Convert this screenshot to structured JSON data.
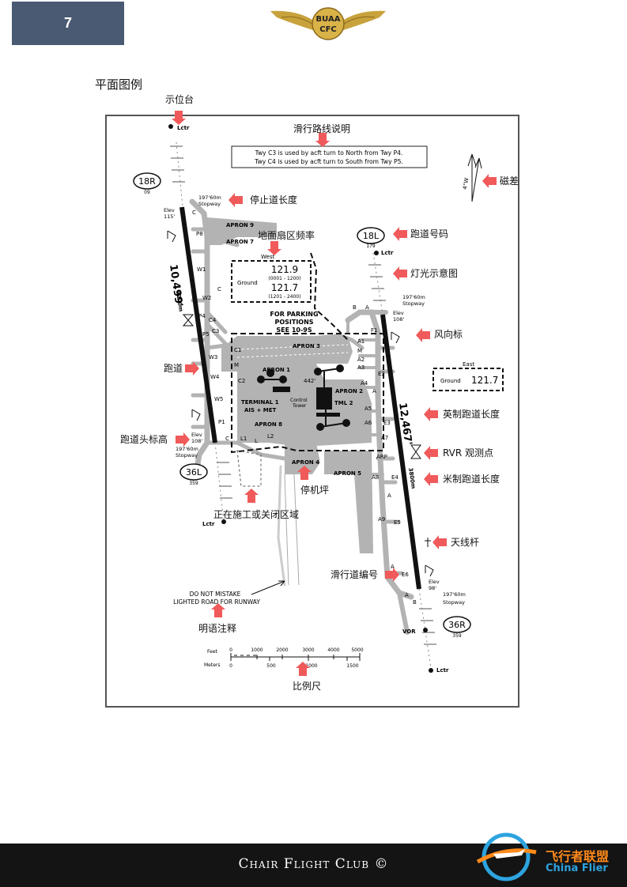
{
  "page": {
    "number": "7",
    "heading": "平面图例"
  },
  "logo": {
    "line1": "BUAA",
    "line2": "CFC"
  },
  "callouts": {
    "locator": "示位台",
    "taxi_note": "滑行路线说明",
    "magnetic": "磁差",
    "stopway_len": "停止道长度",
    "ground_freq": "地面扇区频率",
    "runway_number": "跑道号码",
    "lighting": "灯光示意图",
    "windsock": "风向标",
    "runway": "跑道",
    "eng_length": "英制跑道长度",
    "threshold_elev": "跑道头标高",
    "rvr": "RVR 观测点",
    "metric_length": "米制跑道长度",
    "apron": "停机坪",
    "closed_area": "正在施工或关闭区域",
    "antenna": "天线杆",
    "taxiway_id": "滑行道编号",
    "plain_note": "明语注释",
    "scale": "比例尺"
  },
  "chart": {
    "notes": [
      "Twy C3 is used by acft turn to North from Twy P4.",
      "Twy C4 is used by acft turn to South from Twy P5."
    ],
    "ground_west": {
      "label": "West",
      "word": "Ground",
      "freq1": "121.9",
      "range1": "(0001 - 1200)",
      "freq2": "121.7",
      "range2": "(1201 - 2400)"
    },
    "ground_east": {
      "label": "East",
      "word": "Ground",
      "freq": "121.7"
    },
    "parking": [
      "FOR PARKING",
      "POSITIONS",
      "SEE 10-9S"
    ],
    "mag_var": "4°W",
    "rwy_18R": "18R",
    "rwy_18R_hdg": "09",
    "rwy_36L": "36L",
    "rwy_36L_hdg": "359",
    "rwy_18L": "18L",
    "rwy_18L_hdg": "179",
    "rwy_36R": "36R",
    "rwy_36R_hdg": "359",
    "lctr": "Lctr",
    "vor": "VOR",
    "arp": "ARP",
    "west_len_ft": "10,499'",
    "west_len_m": "3200m",
    "east_len_ft": "12,467'",
    "east_len_m": "3800m",
    "stopway_top_w": "197'60m",
    "stopway_label": "Stopway",
    "elev_top_w": "115'",
    "elev_bot_w": "108'",
    "elev_top_e": "108'",
    "elev_bot_e": "98'",
    "elev_word": "Elev",
    "aprons": [
      "APRON 9",
      "APRON 7",
      "APRON 3",
      "APRON 1",
      "APRON 2",
      "APRON 8",
      "APRON 4",
      "APRON 5"
    ],
    "terminal1": [
      "TERMINAL 1",
      "AIS + MET"
    ],
    "tml2": "TML 2",
    "tower": [
      "Control",
      "Tower"
    ],
    "tower_ht": "442'",
    "twys_west": [
      "C",
      "P8",
      "W1",
      "C",
      "W2",
      "P4",
      "C4",
      "P5",
      "C3",
      "W3",
      "C1",
      "M",
      "C2",
      "W4",
      "W5",
      "P1",
      "C",
      "L1",
      "L",
      "L2"
    ],
    "twys_east": [
      "B",
      "A",
      "F1",
      "A1",
      "M",
      "A2",
      "A3",
      "E2",
      "A4",
      "A",
      "A5",
      "E3",
      "A6",
      "A7",
      "A8",
      "E4",
      "A",
      "A9",
      "E5",
      "E6",
      "A",
      "A",
      "B"
    ],
    "no_mistake": [
      "DO NOT MISTAKE",
      "LIGHTED ROAD FOR RUNWAY"
    ],
    "scale_feet_label": "Feet",
    "scale_meters_label": "Meters",
    "scale_feet": [
      "0",
      "1000",
      "2000",
      "3000",
      "4000",
      "5000"
    ],
    "scale_meters": [
      "0",
      "500",
      "1000",
      "1500"
    ]
  },
  "footer": {
    "club": "Chair Flight Club ©",
    "brand_cn": "飞行者联盟",
    "brand_en": "China Flier"
  },
  "colors": {
    "arrow": "#f05a5a",
    "pavement": "#b3b3b3",
    "header": "#4b5a73",
    "footer": "#141414"
  }
}
